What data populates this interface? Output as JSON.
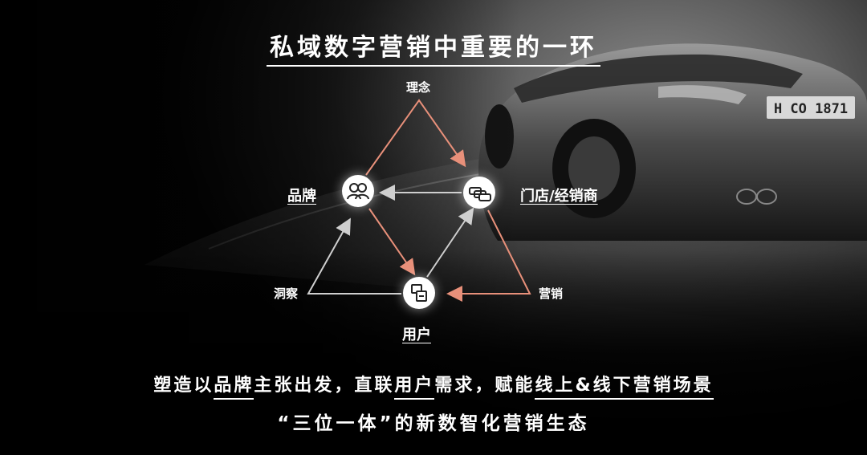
{
  "title": "私域数字营销中重要的一环",
  "nodes": {
    "brand": "品牌",
    "store": "门店/经销商",
    "user": "用户"
  },
  "edges": {
    "concept": "理念",
    "insight": "洞察",
    "marketing": "营销"
  },
  "slogan": {
    "line1": {
      "p1": "塑造以",
      "p2": "品牌",
      "p3": "主张出发，直联",
      "p4": "用户",
      "p5": "需求，赋能",
      "p6": "线上&线下营销场景"
    },
    "line2": "“三位一体”的新数智化营销生态"
  },
  "car": {
    "plate": "H CO 1871"
  },
  "colors": {
    "accent_arrow": "#e8907a",
    "neutral_arrow": "#cfcfcf",
    "text": "#ffffff"
  }
}
